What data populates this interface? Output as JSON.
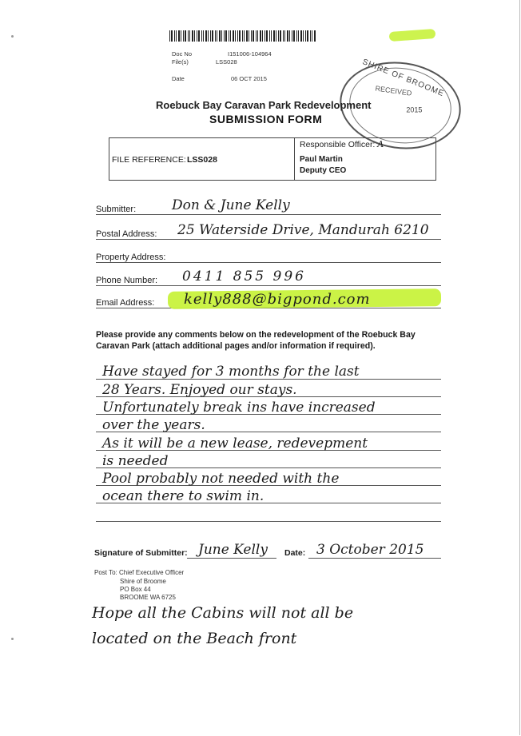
{
  "header": {
    "doc_no_label": "Doc No",
    "doc_no": "I151006-104964",
    "files_label": "File(s)",
    "files": "LSS028",
    "date_label": "Date",
    "date": "06 OCT 2015"
  },
  "stamp": {
    "line1": "SHIRE OF BROOME",
    "line2": "RECEIVED",
    "line3": "2015"
  },
  "title": {
    "line1": "Roebuck Bay Caravan Park Redevelopment",
    "line2": "SUBMISSION FORM"
  },
  "reference_box": {
    "responsible_label": "Responsible Officer:",
    "responsible_suffix": "A",
    "file_ref_label": "FILE REFERENCE:",
    "file_ref": "LSS028",
    "officer_name": "Paul Martin",
    "officer_title": "Deputy CEO"
  },
  "fields": {
    "submitter_label": "Submitter:",
    "submitter": "Don & June Kelly",
    "postal_label": "Postal Address:",
    "postal": "25 Waterside Drive, Mandurah 6210",
    "property_label": "Property Address:",
    "property": "",
    "phone_label": "Phone Number:",
    "phone": "0411 855 996",
    "email_label": "Email Address:",
    "email": "kelly888@bigpond.com"
  },
  "comments": {
    "instruction": "Please provide any comments below on the redevelopment of the Roebuck Bay Caravan Park (attach additional pages and/or information if required).",
    "lines": [
      "Have stayed for 3 months for the last",
      "28 Years. Enjoyed our stays.",
      "Unfortunately break ins have increased",
      "over the years.",
      "As it will be a new lease, redevepment",
      "is needed",
      "Pool probably not needed with the",
      "ocean there to swim in."
    ]
  },
  "signature": {
    "sig_label": "Signature of Submitter:",
    "sig": "June Kelly",
    "date_label": "Date:",
    "date": "3 October 2015"
  },
  "post_to": {
    "line1": "Post To: Chief Executive Officer",
    "line2": "Shire of Broome",
    "line3": "PO Box 44",
    "line4": "BROOME WA 6725"
  },
  "extra_note": {
    "line1": "Hope all the Cabins will not all be",
    "line2": "located on the Beach front"
  },
  "colors": {
    "highlight": "#c8f23c"
  }
}
